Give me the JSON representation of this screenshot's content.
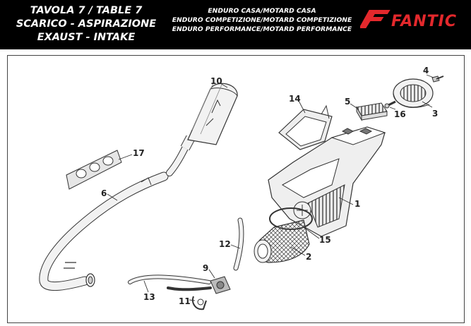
{
  "header": {
    "title_lines": [
      "TAVOLA 7  /  TABLE 7",
      "SCARICO - ASPIRAZIONE",
      "EXAUST - INTAKE"
    ],
    "model_lines": [
      "ENDURO CASA/MOTARD CASA",
      "ENDURO COMPETIZIONE/MOTARD COMPETIZIONE",
      "ENDURO PERFORMANCE/MOTARD PERFORMANCE"
    ],
    "brand": "FANTIC",
    "brand_color": "#e3282c"
  },
  "callouts": {
    "c1": "1",
    "c2": "2",
    "c3": "3",
    "c4": "4",
    "c5": "5",
    "c6": "6",
    "c9": "9",
    "c10": "10",
    "c11": "11",
    "c12": "12",
    "c13": "13",
    "c14": "14",
    "c15": "15",
    "c16": "16",
    "c17": "17"
  }
}
